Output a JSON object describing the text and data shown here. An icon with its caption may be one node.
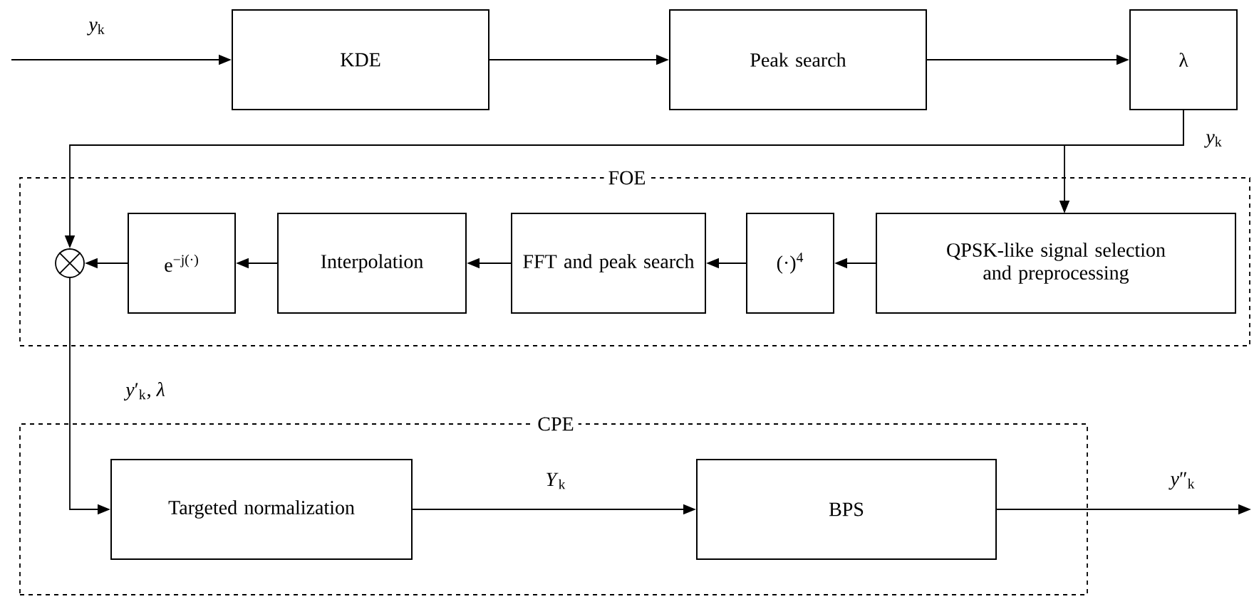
{
  "diagram": {
    "nodes": [
      {
        "text": [
          "KDE"
        ]
      },
      {
        "text": [
          "Peak search"
        ]
      },
      {
        "text": [
          "λ"
        ]
      },
      {
        "text": [
          "FOE"
        ]
      },
      {
        "text": [],
        "shape": "circle",
        "in": 3
      },
      {
        "text": [
          "e$^{−j(·)}$"
        ],
        "in": 3
      },
      {
        "text": [
          "Interpolation"
        ],
        "in": 3
      },
      {
        "text": [
          "FFT and peak search"
        ],
        "in": 3
      },
      {
        "text": [
          "(·)$^{4}$"
        ],
        "in": 3
      },
      {
        "text": [
          "QPSK-like signal selection and preprocessing"
        ],
        "in": 3
      },
      {
        "text": [
          "CPE"
        ]
      },
      {
        "text": [
          "Targeted normalization"
        ],
        "in": 10
      },
      {
        "text": [
          "BPS"
        ],
        "in": 10
      }
    ],
    "edges": [
      {
        "from": null,
        "to": 0,
        "arrow": "to",
        "label": "*y*$_{k}$"
      },
      {
        "from": 0,
        "to": 1,
        "arrow": "to"
      },
      {
        "from": 1,
        "to": 2,
        "arrow": "to"
      },
      {
        "from": 2,
        "to": 4,
        "arrow": "to"
      },
      {
        "from": 2,
        "to": 9,
        "arrow": "to",
        "label": "*y*$_{k}$"
      },
      {
        "from": 9,
        "to": 8,
        "arrow": "to"
      },
      {
        "from": 8,
        "to": 7,
        "arrow": "to"
      },
      {
        "from": 7,
        "to": 6,
        "arrow": "to"
      },
      {
        "from": 6,
        "to": 5,
        "arrow": "to"
      },
      {
        "from": 5,
        "to": 4,
        "arrow": "to"
      },
      {
        "from": 4,
        "to": 11,
        "arrow": "to",
        "label": "*y*′$_{k}$, *λ*"
      },
      {
        "from": 11,
        "to": 12,
        "arrow": "to",
        "label": "*Y*$_{k}$"
      },
      {
        "from": 12,
        "to": null,
        "arrow": "to",
        "label": "*y*″$_{k}$"
      }
    ]
  }
}
